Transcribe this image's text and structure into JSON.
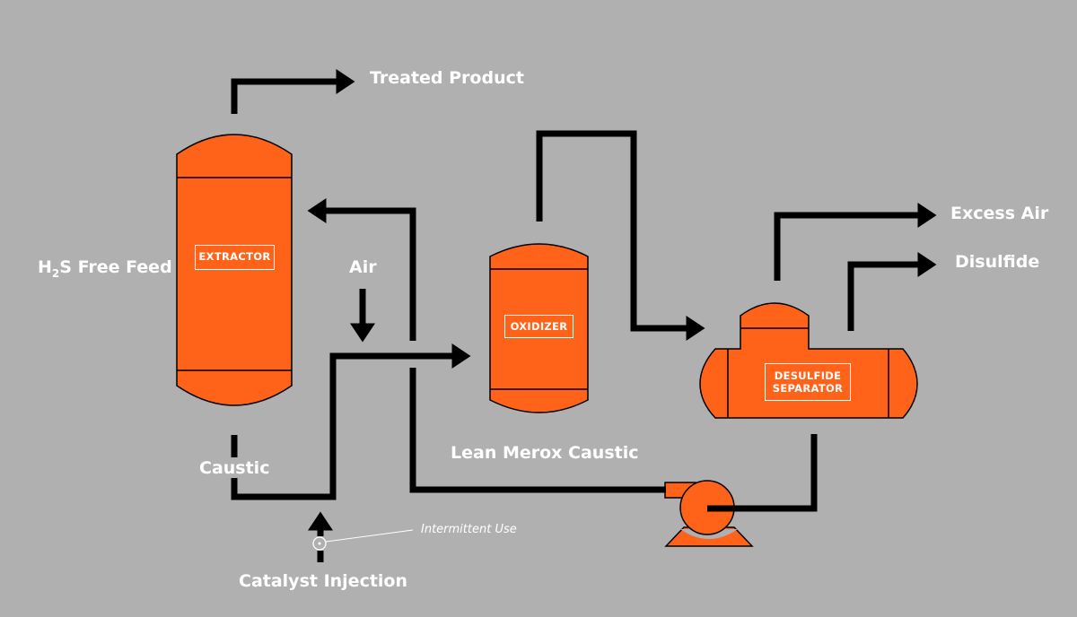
{
  "diagram": {
    "type": "process-flow",
    "colors": {
      "background": "#b0b0b0",
      "vessel": "#ff6319",
      "pipe": "#000000",
      "text": "#ffffff"
    },
    "equipment": {
      "extractor": "EXTRACTOR",
      "oxidizer": "OXIDIZER",
      "separator_line1": "DESULFIDE",
      "separator_line2": "SEPARATOR",
      "pump": "pump"
    },
    "streams": {
      "treated_product": "Treated Product",
      "feed_prefix": "H",
      "feed_sub": "2",
      "feed_suffix": "S Free Feed",
      "air": "Air",
      "caustic": "Caustic",
      "lean_caustic": "Lean Merox Caustic",
      "excess_air": "Excess Air",
      "disulfide": "Disulfide",
      "catalyst": "Catalyst Injection"
    },
    "annotations": {
      "intermittent": "Intermittent Use"
    }
  }
}
